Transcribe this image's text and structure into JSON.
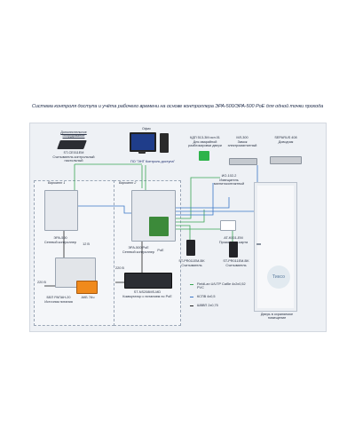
{
  "title": "Система контроля доступа и учёта рабочего времени на основе контроллера ЭРА-500/ЭРА-500 PoE для одной точки прохода",
  "devices": {
    "desktop_reader": {
      "heading": "Дополнительное оборудование",
      "model": "ST-CE011EM",
      "desc": "Считыватель контрольный настольный"
    },
    "office": {
      "heading": "Офис",
      "software": "ПО \"ЭНТ Контроль доступа\""
    },
    "exit_button": {
      "model": "КДП 513-3М исп.01",
      "desc": "Для аварийной разблокировки двери"
    },
    "lock": {
      "model": "МЛ-300",
      "desc": "Замок электромагнитный"
    },
    "closer": {
      "model": "SEPARUS 408",
      "desc": "Доводчик"
    },
    "door_sensor": {
      "model": "ИО-102-2",
      "desc": "Извещатель магнитоконтактный"
    },
    "variant1": {
      "title": "Вариант 1",
      "controller_model": "ЭРА-500",
      "controller_desc": "Сетевой контроллер",
      "wire_12v": "12 В",
      "wire_220v": "220 В",
      "psu_model": "ББП РАПАН-20",
      "psu_desc": "Источник питания",
      "battery": "АКБ 7Ач"
    },
    "variant2": {
      "title": "Вариант 2",
      "controller_model": "ЭРА-500 PoE",
      "controller_desc": "Сетевой контроллер",
      "poe": "PoE",
      "wire_220v": "220 В",
      "switch_model": "ST-NS208MS-MD",
      "switch_desc": "Коммутатор с питанием по PoE"
    },
    "card_reader": {
      "model": "AT-K001-EM",
      "desc": "Проксимити-карта"
    },
    "reader_in": {
      "model": "ST-PR011EM-BK",
      "desc": "Считыватель"
    },
    "reader_out": {
      "model": "ST-PR011EM-BK",
      "desc": "Считыватель"
    },
    "door": {
      "label": "Дверь в охраняемое помещение"
    }
  },
  "legend": [
    {
      "text": "FieldLan U/UTP Cat5e 4х2х0,52 PVC",
      "color": "#3aa655"
    },
    {
      "text": "КСПВ 4х0,5",
      "color": "#3b78c8"
    },
    {
      "text": "ШВВП 2х0,75",
      "color": "#222222"
    }
  ],
  "stamp": "Тиксо"
}
